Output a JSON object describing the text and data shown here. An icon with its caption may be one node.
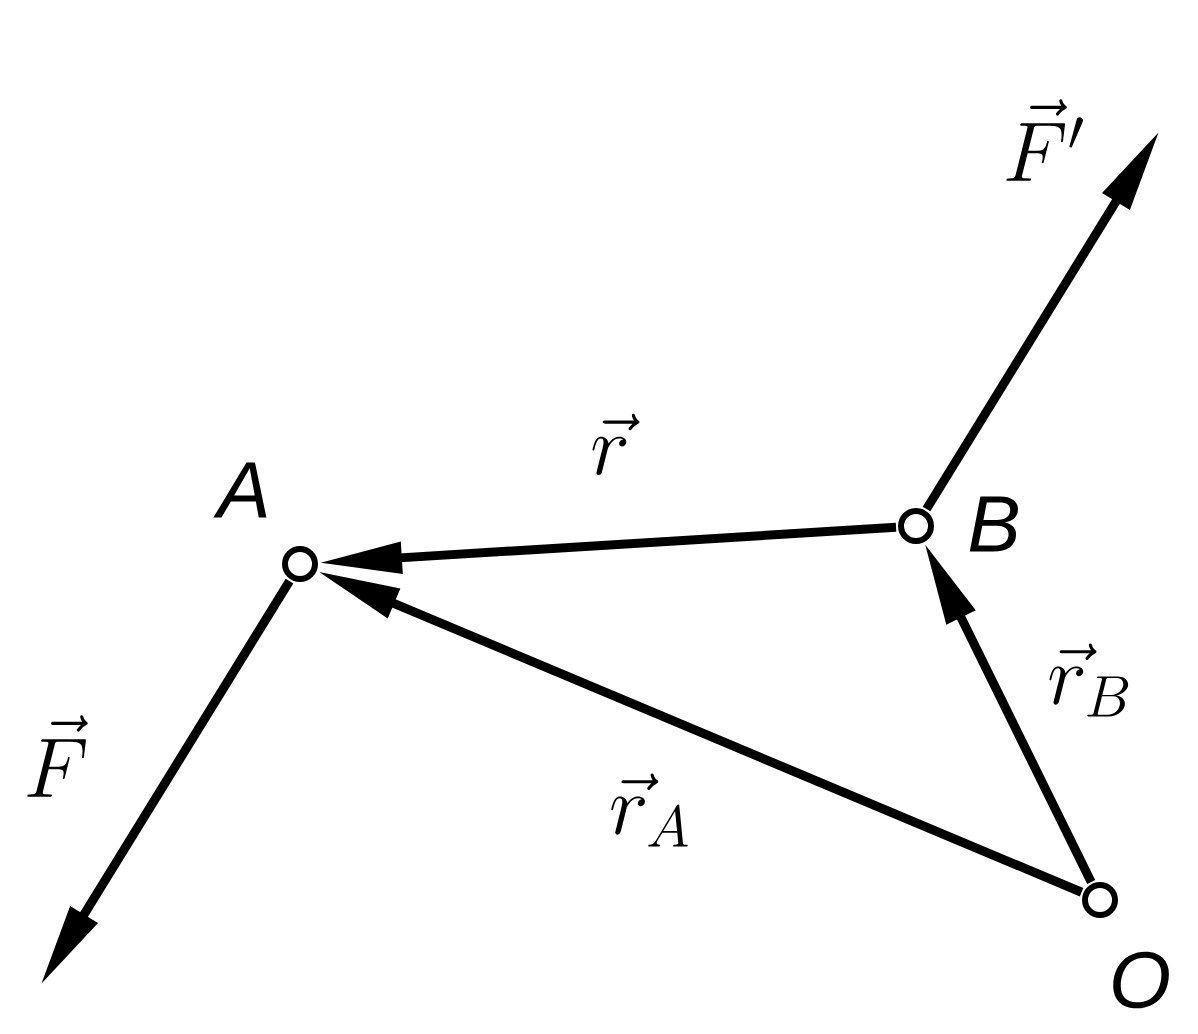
{
  "diagram": {
    "nodes": [
      {
        "text": [],
        "shape": "circle",
        "beside": [
          "A"
        ]
      },
      {
        "text": [],
        "shape": "circle",
        "beside": [
          "B"
        ]
      },
      {
        "text": [],
        "shape": "circle",
        "beside": [
          "O"
        ]
      }
    ],
    "edges": [
      {
        "from": 0,
        "to": null,
        "arrow": "to",
        "label": "\\vec{F}"
      },
      {
        "from": 1,
        "to": 0,
        "arrow": "to",
        "label": "\\vec{r}"
      },
      {
        "from": 2,
        "to": 0,
        "arrow": "to",
        "label": "\\vec{r}_A"
      },
      {
        "from": 2,
        "to": 1,
        "arrow": "to",
        "label": "\\vec{r}_B"
      },
      {
        "from": 1,
        "to": null,
        "arrow": "to",
        "label": "\\vec{F}'"
      }
    ]
  }
}
